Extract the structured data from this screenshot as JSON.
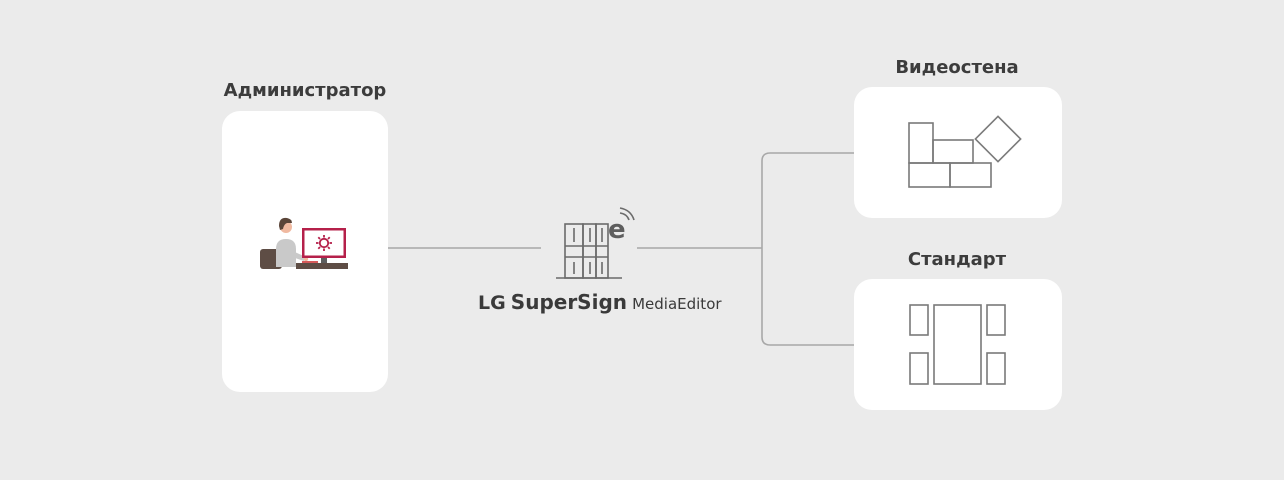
{
  "admin": {
    "label": "Администратор",
    "icon": "admin-at-computer-icon"
  },
  "server": {
    "icon": "supersign-server-icon",
    "brand_lg": "LG",
    "brand_supersign": "SuperSign",
    "brand_mediaeditor": "MediaEditor"
  },
  "videowall": {
    "label": "Видеостена",
    "icon": "videowall-layout-icon"
  },
  "standard": {
    "label": "Стандарт",
    "icon": "standard-layout-icon"
  },
  "colors": {
    "background": "#ebebeb",
    "card": "#ffffff",
    "line": "#9e9e9e",
    "accent": "#b5204a"
  }
}
